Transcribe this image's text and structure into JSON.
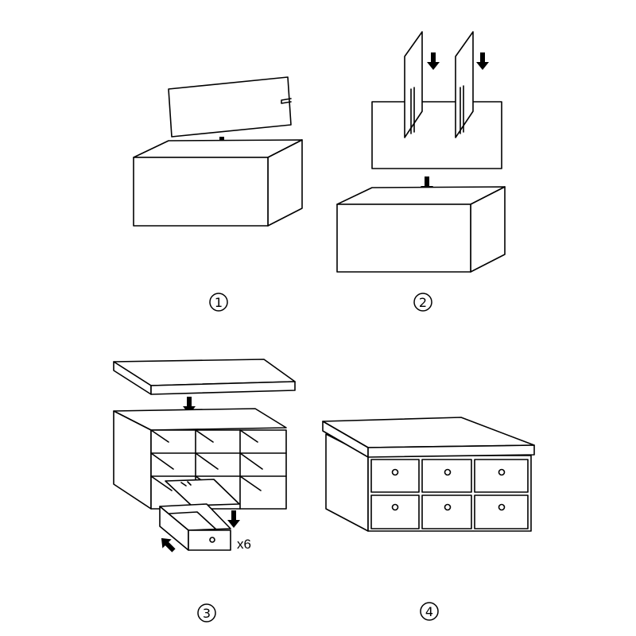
{
  "steps": [
    {
      "number": "1"
    },
    {
      "number": "2"
    },
    {
      "number": "3",
      "quantity": "x6"
    },
    {
      "number": "4"
    }
  ],
  "colors": {
    "line": "#000000",
    "fill": "#ffffff"
  },
  "icons": [
    "down-arrow-icon",
    "up-left-arrow-icon",
    "knob-icon",
    "slot-icon"
  ]
}
